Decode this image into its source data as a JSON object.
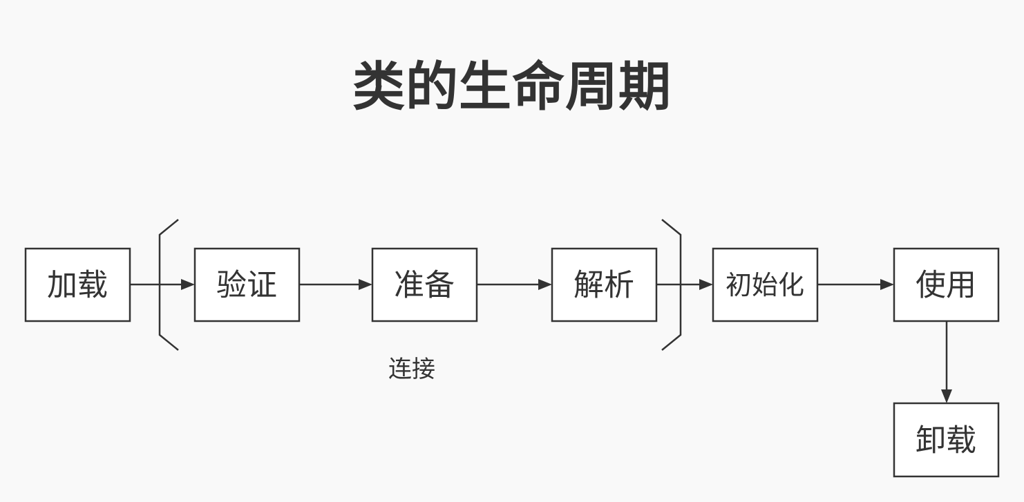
{
  "title": "类的生命周期",
  "nodes": {
    "loading": "加载",
    "verification": "验证",
    "preparation": "准备",
    "resolution": "解析",
    "initialization": "初始化",
    "using": "使用",
    "unloading": "卸载"
  },
  "group_label": "连接",
  "colors": {
    "background": "#f9f9f9",
    "stroke": "#333333",
    "box_fill": "#ffffff"
  }
}
